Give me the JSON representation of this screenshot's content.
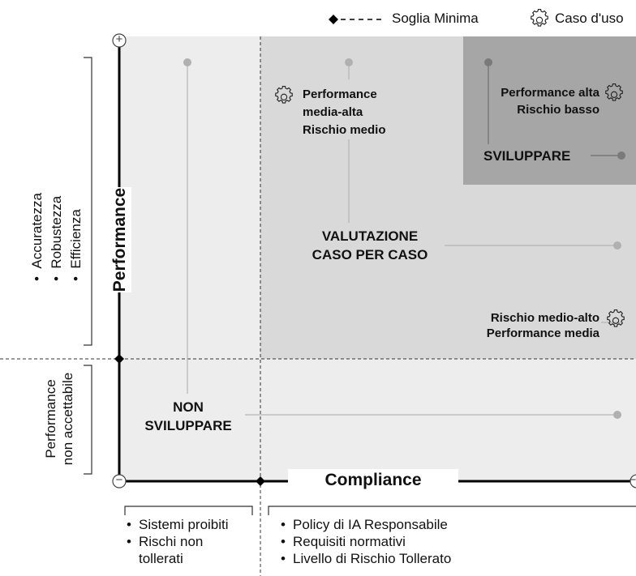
{
  "legend": {
    "threshold_label": "Soglia Minima",
    "use_case_label": "Caso d'uso"
  },
  "axes": {
    "y_title": "Performance",
    "x_title": "Compliance",
    "y_plus": "+",
    "y_minus": "−",
    "x_plus": "−",
    "x_minus": "−"
  },
  "y_brackets": {
    "upper_items": [
      "Accuratezza",
      "Robustezza",
      "Efficienza"
    ],
    "lower_label": [
      "Performance",
      "non accettabile"
    ]
  },
  "x_brackets": {
    "left_items": [
      "Sistemi proibiti",
      "Rischi non",
      "tollerati"
    ],
    "right_items": [
      "Policy di IA Responsabile",
      "Requisiti normativi",
      "Livello di Rischio Tollerato"
    ]
  },
  "use_cases": [
    {
      "id": "uc1",
      "lines": [
        "Performance",
        "media-alta",
        "Rischio medio"
      ]
    },
    {
      "id": "uc2",
      "lines": [
        "Performance alta",
        "Rischio basso"
      ]
    },
    {
      "id": "uc3",
      "lines": [
        "Rischio medio-alto",
        "Performance media"
      ]
    }
  ],
  "zones": [
    {
      "id": "sviluppare",
      "lines": [
        "SVILUPPARE"
      ],
      "color": "#a6a6a6"
    },
    {
      "id": "valutazione",
      "lines": [
        "VALUTAZIONE",
        "CASO PER CASO"
      ],
      "color": "#d9d9d9"
    },
    {
      "id": "non_sviluppare",
      "lines": [
        "NON",
        "SVILUPPARE"
      ],
      "color": "#ededed"
    }
  ],
  "colors": {
    "zone_dark": "#a6a6a6",
    "zone_mid": "#d9d9d9",
    "zone_light": "#ededed",
    "marker_dot": "#b0b0b0",
    "marker_dot_dark": "#7a7a7a"
  }
}
